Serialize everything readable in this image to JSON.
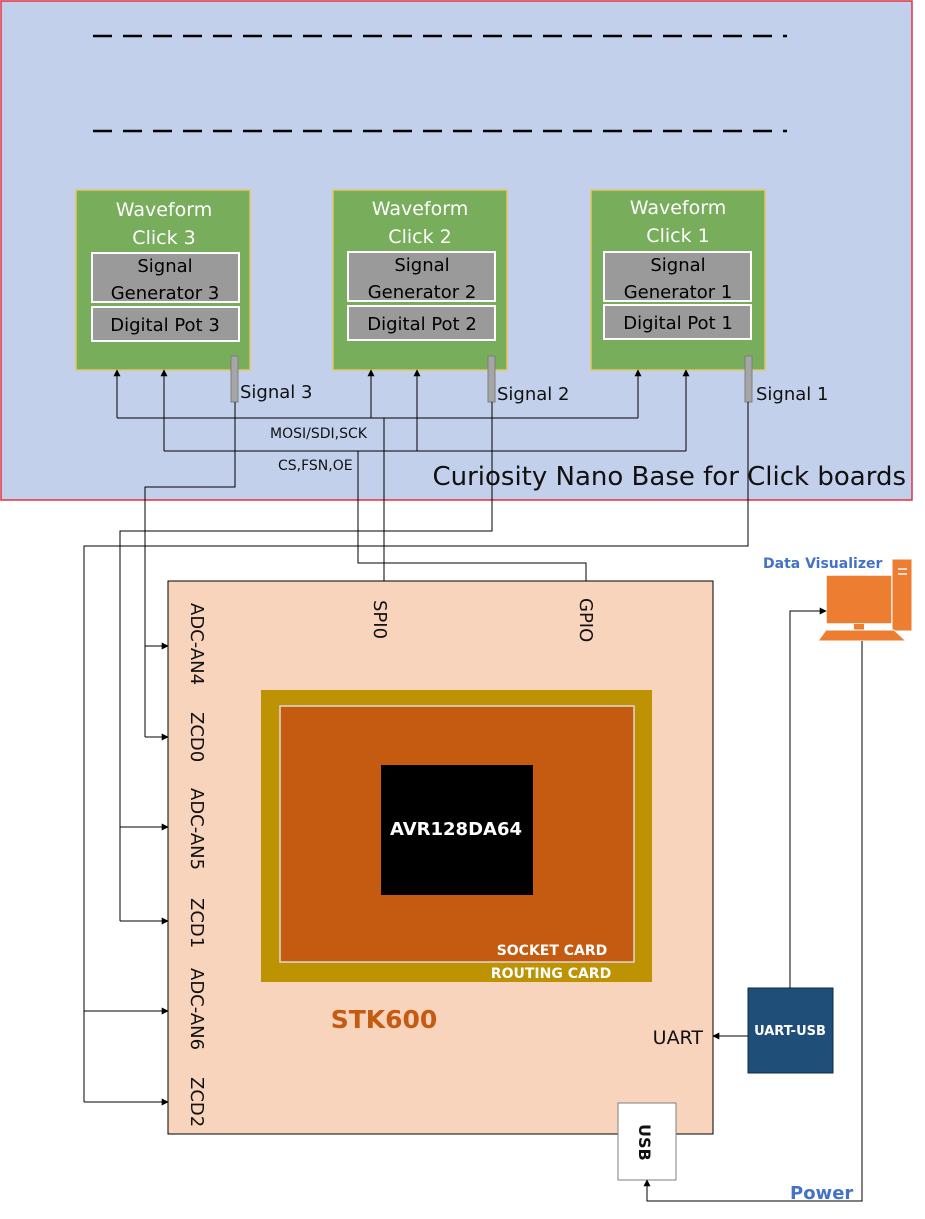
{
  "base_board": {
    "label": "Curiosity Nano Base for Click boards",
    "fill": "#c3d0ec",
    "border": "#e0333f"
  },
  "clicks": [
    {
      "title_line1": "Waveform",
      "title_line2": "Click 3",
      "sig_line1": "Signal",
      "sig_line2": "Generator 3",
      "pot": "Digital Pot 3",
      "signal_label": "Signal 3"
    },
    {
      "title_line1": "Waveform",
      "title_line2": "Click 2",
      "sig_line1": "Signal",
      "sig_line2": "Generator 2",
      "pot": "Digital Pot 2",
      "signal_label": "Signal 2"
    },
    {
      "title_line1": "Waveform",
      "title_line2": "Click 1",
      "sig_line1": "Signal",
      "sig_line2": "Generator 1",
      "pot": "Digital Pot 1",
      "signal_label": "Signal 1"
    }
  ],
  "bus_labels": {
    "spi": "MOSI/SDI,SCK",
    "cs": "CS,FSN,OE"
  },
  "stk600": {
    "label": "STK600",
    "spi_port": "SPI0",
    "gpio_port": "GPIO",
    "uart_port": "UART",
    "usb_port": "USB",
    "left_pins": [
      "ADC-AN4",
      "ZCD0",
      "ADC-AN5",
      "ZCD1",
      "ADC-AN6",
      "ZCD2"
    ],
    "chip": "AVR128DA64",
    "socket_card": "SOCKET CARD",
    "routing_card": "ROUTING CARD"
  },
  "uart_usb": {
    "label": "UART-USB"
  },
  "data_visualizer": {
    "label": "Data Visualizer"
  },
  "power_label": "Power",
  "colors": {
    "click_green": "#77ad5b",
    "click_border": "#e3c760",
    "gray_block": "#9a9a9a",
    "stk_fill": "#f9d4bd",
    "routing_gold": "#bd9203",
    "socket_orange": "#c55a11",
    "chip_black": "#000000",
    "uart_navy": "#1f4e79",
    "computer_orange": "#ed7d31",
    "label_blue": "#4472c4",
    "stk_label": "#c55a11"
  }
}
